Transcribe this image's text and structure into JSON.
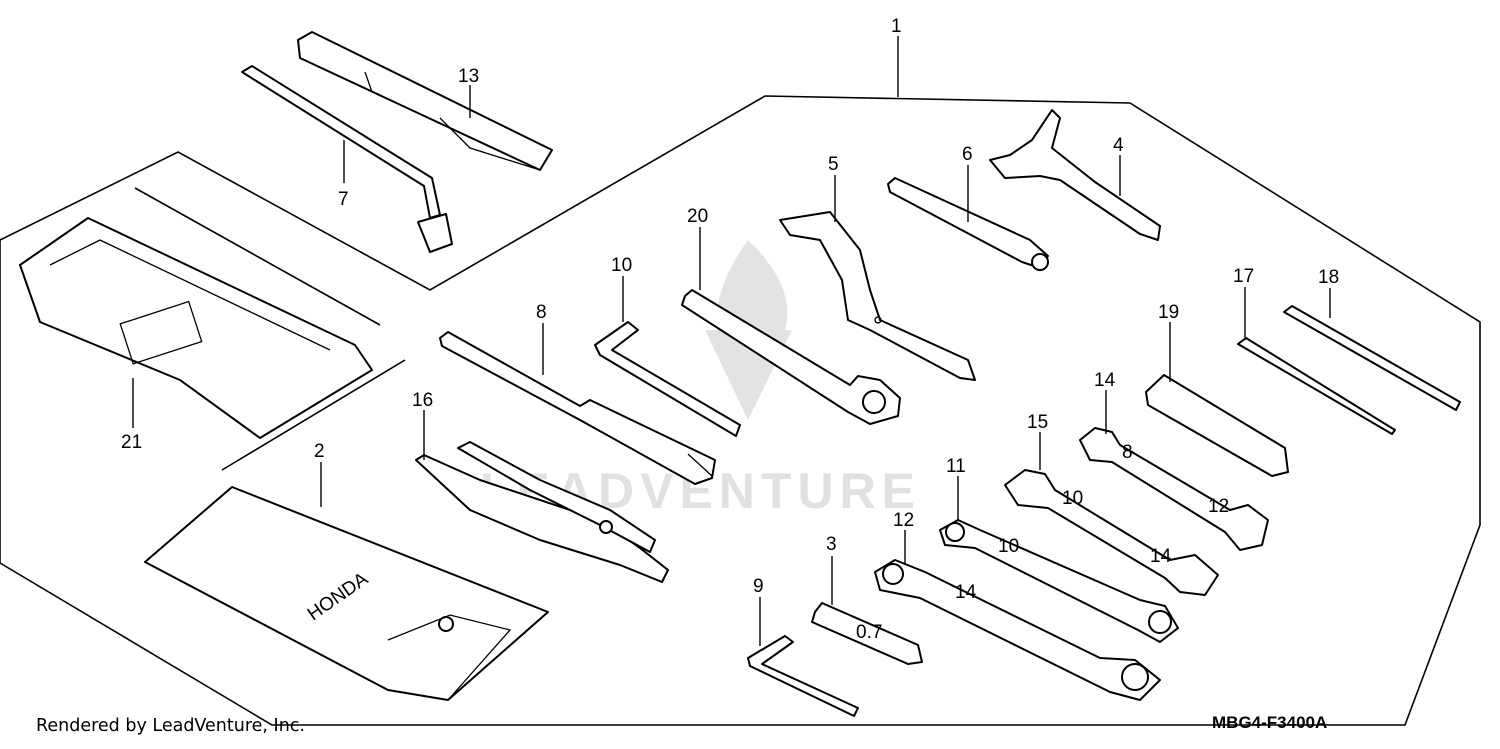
{
  "diagram": {
    "callouts": [
      "1",
      "2",
      "3",
      "4",
      "5",
      "6",
      "7",
      "8",
      "9",
      "10",
      "11",
      "12",
      "13",
      "14",
      "15",
      "16",
      "17",
      "18",
      "19",
      "20",
      "21"
    ],
    "watermark_text": "LEADVENTURE",
    "brand_on_bag": "HONDA",
    "wrench_marks": {
      "w14_a": "8",
      "w14_b": "12",
      "w15_a": "10",
      "w15_b": "14",
      "w11": "10",
      "w12": "14",
      "gauge3": "0.7"
    }
  },
  "footer": {
    "credit": "Rendered by LeadVenture, Inc.",
    "diagram_code": "MBG4-F3400A"
  }
}
